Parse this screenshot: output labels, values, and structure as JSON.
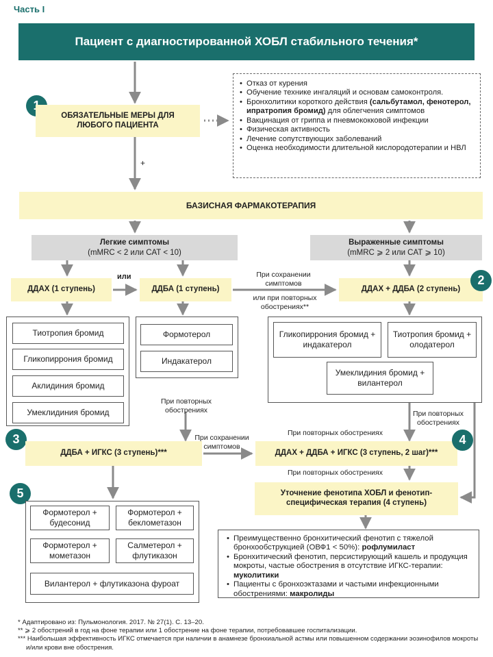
{
  "part_label": "Часть I",
  "banner_title": "Пациент с диагностированной ХОБЛ стабильного течения*",
  "steps": {
    "n1": "1",
    "n2": "2",
    "n3": "3",
    "n4": "4",
    "n5": "5"
  },
  "mandatory_box": "ОБЯЗАТЕЛЬНЫЕ МЕРЫ ДЛЯ ЛЮБОГО ПАЦИЕНТА",
  "plus_sign": "+",
  "mandatory_measures": [
    {
      "text": "Отказ от курения"
    },
    {
      "text": "Обучение технике ингаляций и основам самоконтроля."
    },
    {
      "pre": "Бронхолитики короткого действия ",
      "bold": "(сальбутамол, фенотерол, ипратропия бромид)",
      "post": " для облегчения симптомов"
    },
    {
      "text": "Вакцинация от гриппа и пневмококковой инфекции"
    },
    {
      "text": "Физическая активность"
    },
    {
      "text": "Лечение сопутствующих заболеваний"
    },
    {
      "text": "Оценка необходимости длительной кислородотерапии и НВЛ"
    }
  ],
  "basic_therapy": "БАЗИСНАЯ ФАРМАКОТЕРАПИЯ",
  "mild": {
    "title": "Легкие симптомы",
    "criteria": "(mMRC < 2 или CAT < 10)"
  },
  "severe": {
    "title": "Выраженные симптомы",
    "criteria": "(mMRC ⩾ 2 или CAT ⩾ 10)"
  },
  "boxes": {
    "ddah": "ДДАХ (1 ступень)",
    "ddba": "ДДБА (1 ступень)",
    "ddah_ddba": "ДДАХ + ДДБА (2 ступень)",
    "ddba_igks": "ДДБА + ИГКС (3 ступень)***",
    "triple": "ДДАХ + ДДБА + ИГКС (3 ступень, 2 шаг)***",
    "phenotype": "Уточнение фенотипа ХОБЛ и фенотип-специфическая терапия (4 ступень)"
  },
  "labels": {
    "or": "или",
    "persisting": "При сохранении симптомов",
    "or_repeated": "или при повторных обострениях**",
    "repeated": "При повторных обострениях",
    "repeated_long": "При повторных обострениях",
    "persisting2": "При сохранении симптомов",
    "repeated_right": "При повторных обострениях",
    "repeated_low": "При повторных обострениях"
  },
  "lama_drugs": [
    "Тиотропия бромид",
    "Гликопиррония бромид",
    "Аклидиния бромид",
    "Умеклидиния бромид"
  ],
  "laba_drugs": [
    "Формотерол",
    "Индакатерол"
  ],
  "combo_drugs": [
    "Гликопиррония бромид + индакатерол",
    "Тиотропия бромид + олодатерол",
    "Умеклидиния бромид + вилантерол"
  ],
  "ics_drugs": [
    "Формотерол + будесонид",
    "Формотерол + беклометазон",
    "Формотерол + мометазон",
    "Салметерол + флутиказон",
    "Вилантерол + флутиказона фуроат"
  ],
  "phenotypes": [
    {
      "pre": "Преимущественно бронхитический фенотип с тяжелой бронхообструкцией (ОВФ1 < 50%): ",
      "bold": "рофлумиласт"
    },
    {
      "pre": "Бронхитический фенотип, персистирующий кашель и продукция мокроты, частые обострения в отсутствие ИГКС-терапии: ",
      "bold": "муколитики"
    },
    {
      "pre": "Пациенты с бронхоэктазами и частыми инфекционными обострениями: ",
      "bold": "макролиды"
    }
  ],
  "footnotes": [
    "* Адаптировано из: Пульмонология. 2017. № 27(1). С. 13–20.",
    "** ⩾ 2 обострений в год на фоне терапии или 1 обострение на фоне терапии, потребовавшее госпитализации.",
    "*** Наибольшая эффективность ИГКС отмечается при наличии в анамнезе бронхиальной астмы или повышенном содержании эозинофилов мокроты и/или крови вне обострения."
  ],
  "colors": {
    "teal": "#1a6f6c",
    "yellow": "#fbf5c6",
    "gray": "#d9d9d9",
    "arrow": "#8a8a8a"
  }
}
